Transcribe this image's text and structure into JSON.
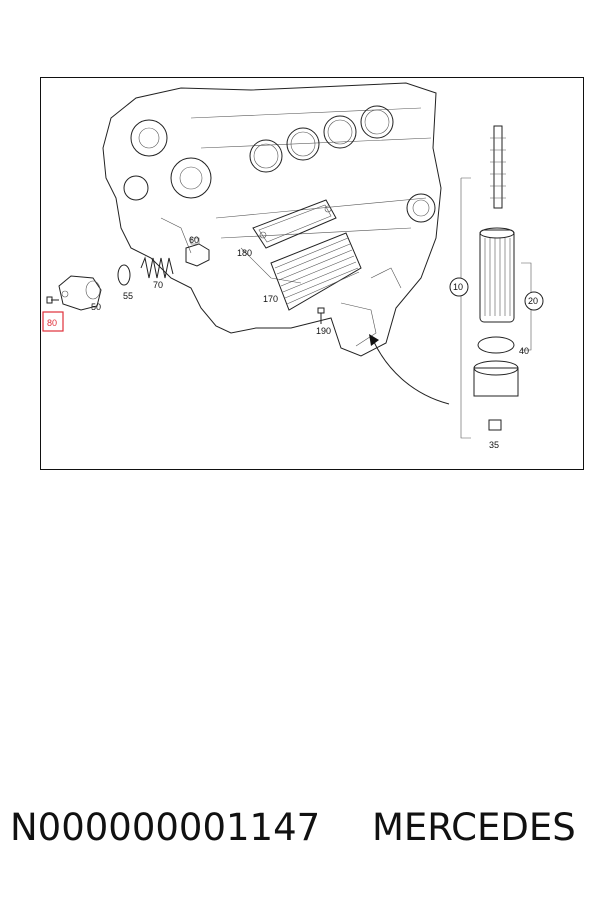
{
  "diagram": {
    "callouts": {
      "c10": "10",
      "c20": "20",
      "c35": "35",
      "c40": "40",
      "c50": "50",
      "c55": "55",
      "c60": "60",
      "c70": "70",
      "c80": "80",
      "c170": "170",
      "c180": "180",
      "c190": "190"
    },
    "highlight_color": "#e0303a"
  },
  "footer": {
    "part_number": "N000000001147",
    "brand": "MERCEDES"
  }
}
